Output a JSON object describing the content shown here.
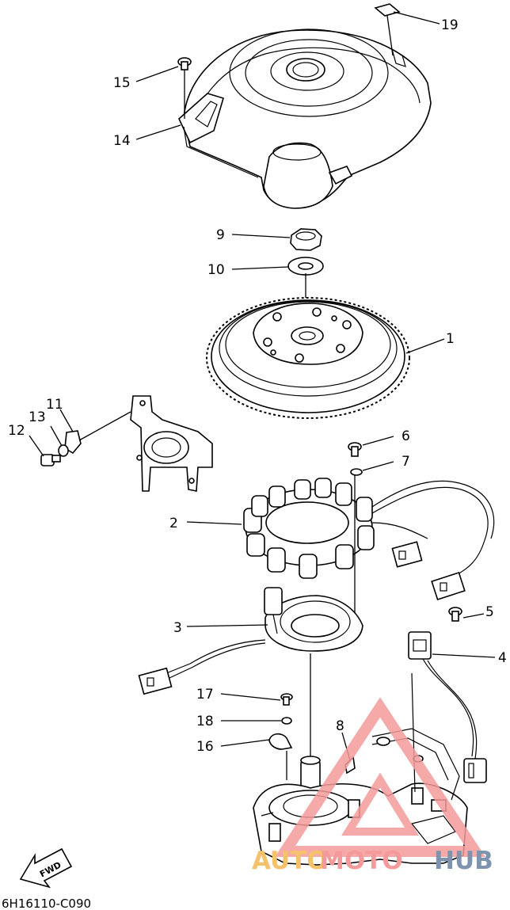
{
  "diagram": {
    "code": "6H16110-C090",
    "fwd_label": "FWD",
    "callouts": [
      {
        "id": "19",
        "text": "19"
      },
      {
        "id": "15",
        "text": "15"
      },
      {
        "id": "14",
        "text": "14"
      },
      {
        "id": "9",
        "text": "9"
      },
      {
        "id": "10",
        "text": "10"
      },
      {
        "id": "1",
        "text": "1"
      },
      {
        "id": "11",
        "text": "11"
      },
      {
        "id": "13",
        "text": "13"
      },
      {
        "id": "12",
        "text": "12"
      },
      {
        "id": "6",
        "text": "6"
      },
      {
        "id": "7",
        "text": "7"
      },
      {
        "id": "2",
        "text": "2"
      },
      {
        "id": "5",
        "text": "5"
      },
      {
        "id": "3",
        "text": "3"
      },
      {
        "id": "4",
        "text": "4"
      },
      {
        "id": "17",
        "text": "17"
      },
      {
        "id": "18",
        "text": "18"
      },
      {
        "id": "8",
        "text": "8"
      },
      {
        "id": "16",
        "text": "16"
      }
    ]
  },
  "watermark": {
    "part1": "AUTO",
    "part2": "MOTO",
    "part3": "HUB",
    "colors": {
      "auto": "#f5c16b",
      "moto": "#f49a9a",
      "hub": "#7d93b0"
    }
  }
}
